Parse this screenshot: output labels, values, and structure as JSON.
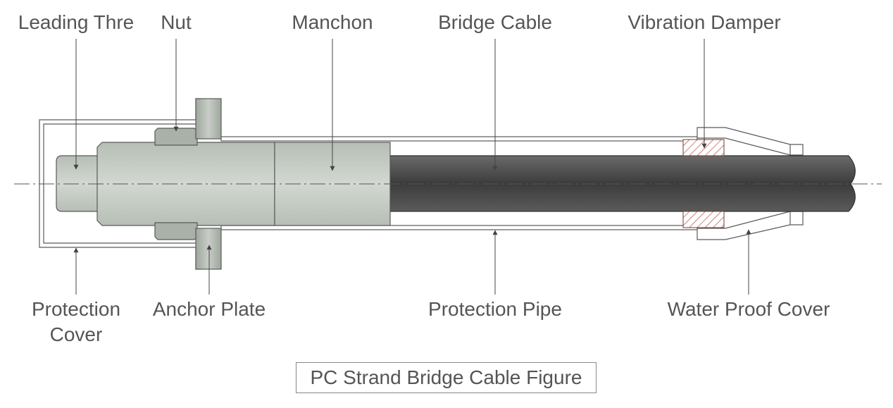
{
  "labels": {
    "leading_thread": "Leading Thre",
    "nut": "Nut",
    "manchon": "Manchon",
    "bridge_cable": "Bridge Cable",
    "vibration_damper": "Vibration Damper",
    "protection_cover_line1": "Protection",
    "protection_cover_line2": "Cover",
    "anchor_plate": "Anchor Plate",
    "protection_pipe": "Protection Pipe",
    "water_proof_cover": "Water Proof Cover"
  },
  "caption": "PC Strand Bridge Cable Figure",
  "colors": {
    "label_text": "#555555",
    "steel_light": "#c9cfc8",
    "steel_mid": "#bcc3bb",
    "cable_dark": "#4a4a4a",
    "hatch": "#9a3a2a"
  }
}
